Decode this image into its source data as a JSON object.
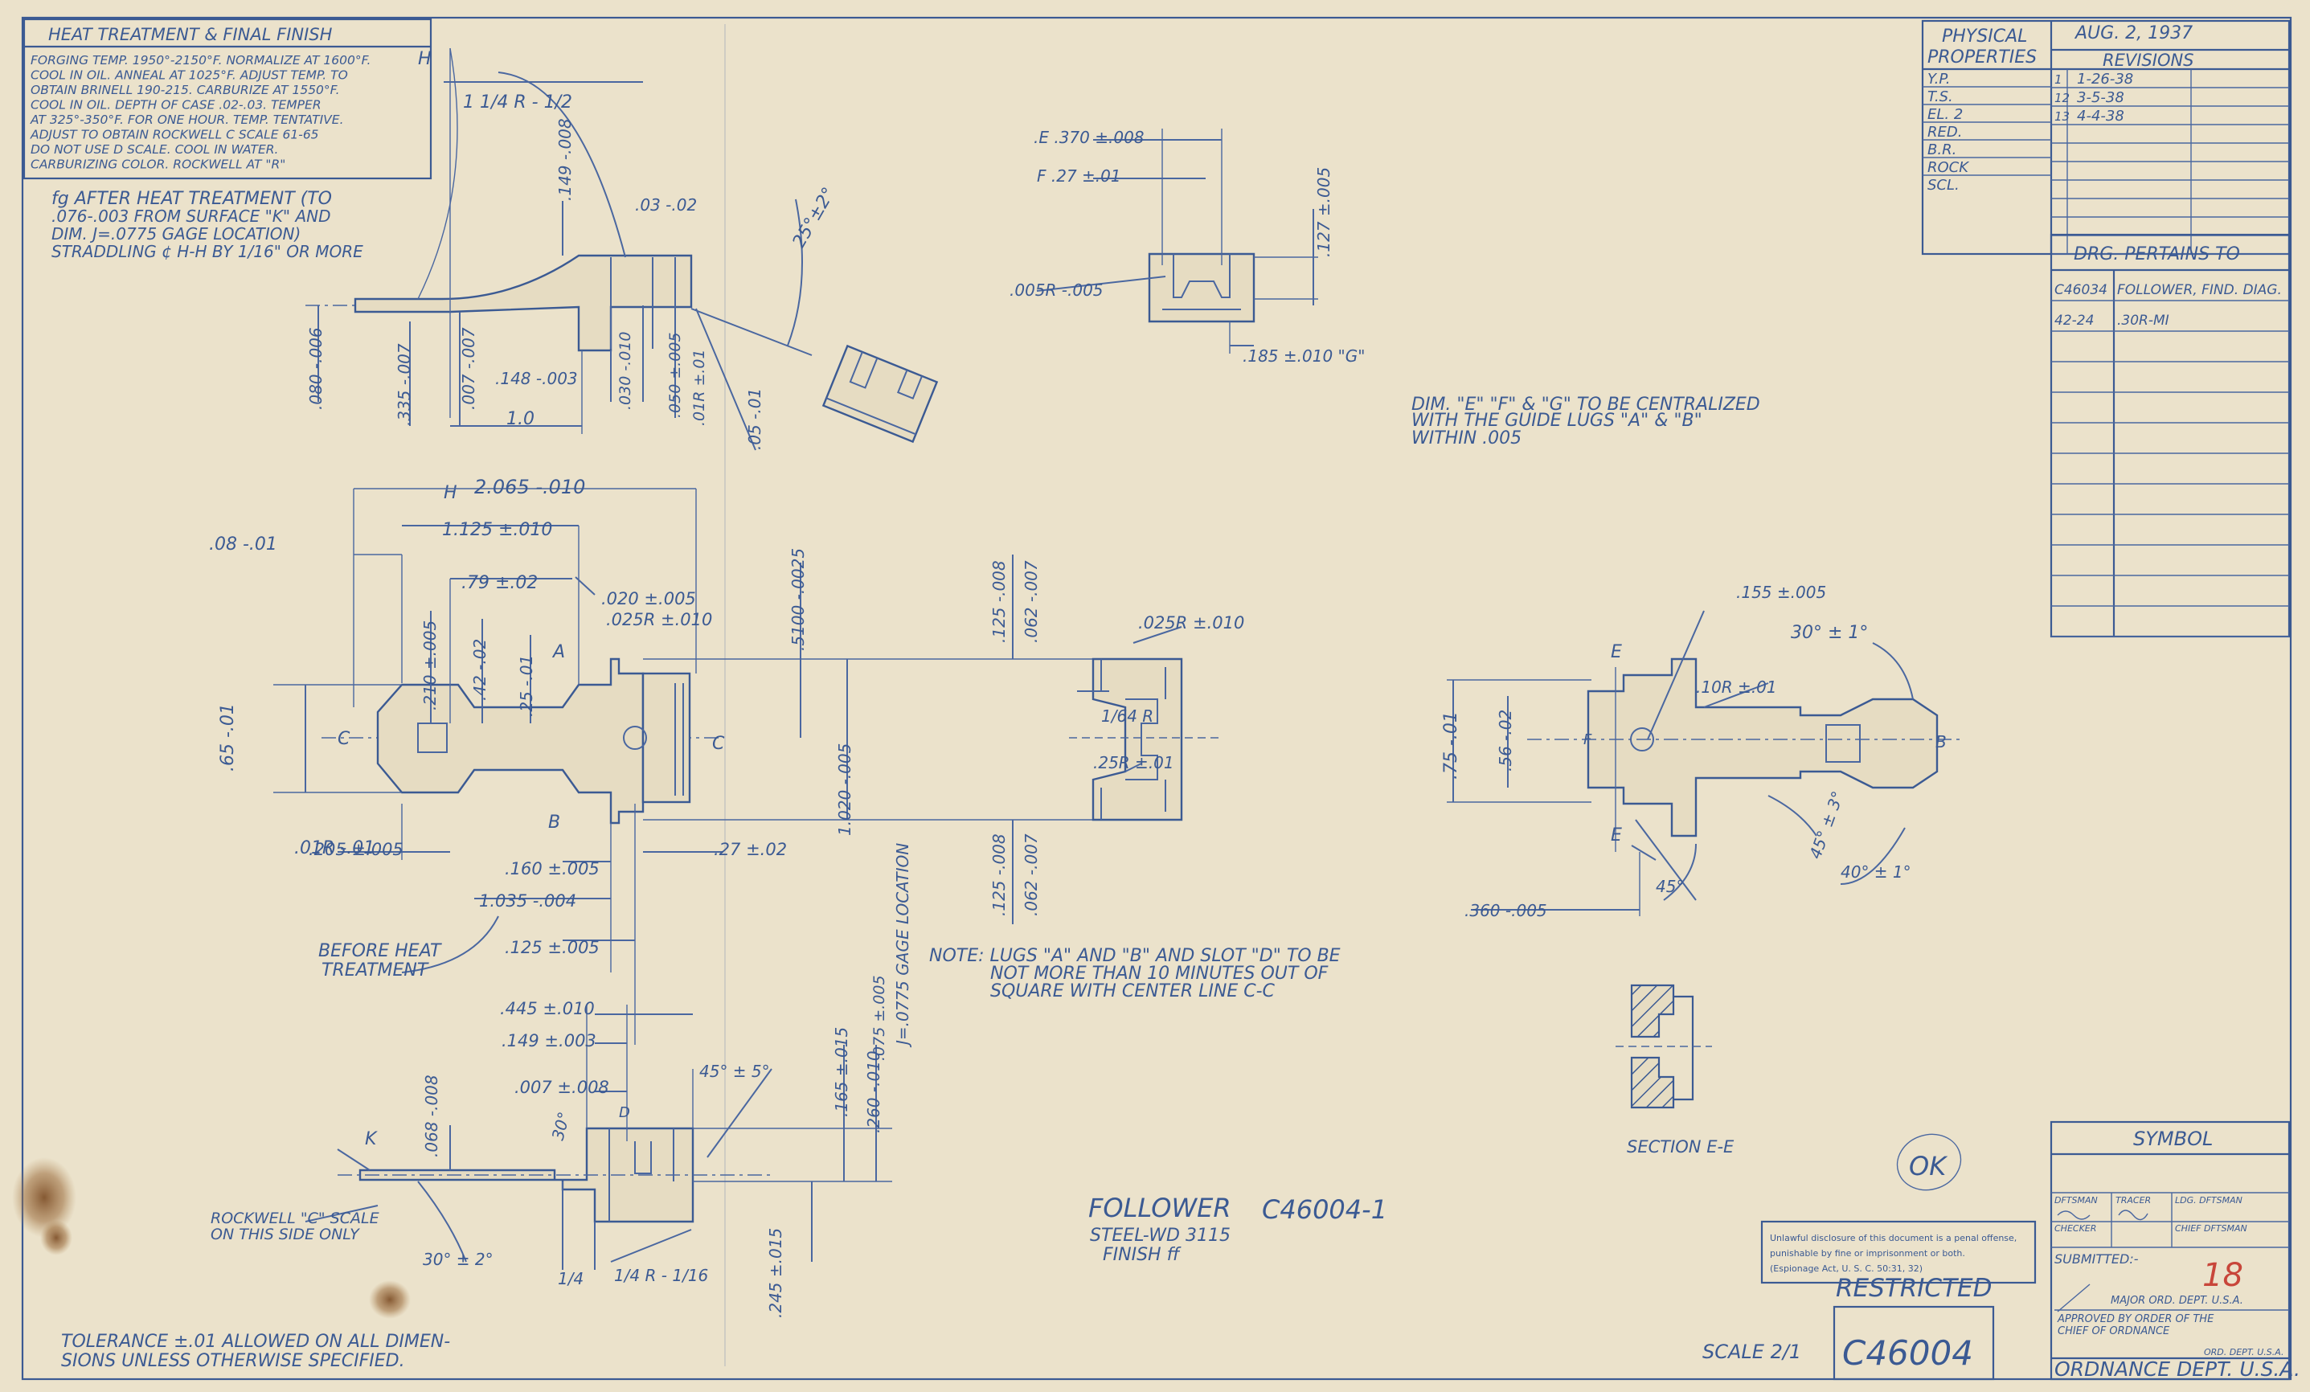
{
  "heat_treatment": {
    "title": "HEAT TREATMENT & FINAL FINISH",
    "lines": [
      "FORGING TEMP. 1950°-2150°F. NORMALIZE AT 1600°F.",
      "COOL IN OIL. ANNEAL AT 1025°F. ADJUST TEMP. TO",
      "OBTAIN BRINELL 190-215. CARBURIZE AT 1550°F.",
      "COOL IN OIL. DEPTH OF CASE .02-.03. TEMPER",
      "AT 325°-350°F. FOR ONE HOUR. TEMP. TENTATIVE.",
      "ADJUST TO OBTAIN ROCKWELL C SCALE 61-65",
      "DO NOT USE D SCALE. COOL IN WATER.",
      "CARBURIZING COLOR. ROCKWELL AT \"R\""
    ]
  },
  "physical_properties": {
    "title_line1": "PHYSICAL",
    "title_line2": "PROPERTIES",
    "rows": [
      "Y.P.",
      "T.S.",
      "EL. 2",
      "RED.",
      "B.R.",
      "ROCK",
      "SCL."
    ],
    "date": "AUG. 2, 1937",
    "revisions_title": "REVISIONS",
    "revisions": [
      {
        "num": "1",
        "date": "1-26-38"
      },
      {
        "num": "12",
        "date": "3-5-38"
      },
      {
        "num": "13",
        "date": "4-4-38"
      }
    ]
  },
  "pertains": {
    "title": "DRG. PERTAINS TO",
    "rows": [
      {
        "code": "C46034",
        "desc": "FOLLOWER, FIND. DIAG."
      },
      {
        "code": "42-24",
        "desc": ".30R-MI"
      }
    ]
  },
  "notes": {
    "heat_note_1": "fg AFTER HEAT TREATMENT (TO",
    "heat_note_2": ".076-.003 FROM SURFACE \"K\" AND",
    "heat_note_3": "DIM. J=.0775 GAGE LOCATION)",
    "heat_note_4": "STRADDLING ¢ H-H BY 1/16\" OR MORE",
    "centralize_1": "DIM. \"E\" \"F\" & \"G\" TO BE CENTRALIZED",
    "centralize_2": "WITH THE GUIDE LUGS \"A\" & \"B\"",
    "centralize_3": "WITHIN .005",
    "lugs_1": "NOTE: LUGS \"A\" AND \"B\" AND SLOT \"D\" TO BE",
    "lugs_2": "NOT MORE THAN 10 MINUTES OUT OF",
    "lugs_3": "SQUARE WITH CENTER LINE C-C",
    "before_heat_1": "BEFORE HEAT",
    "before_heat_2": "TREATMENT",
    "rockwell_1": "ROCKWELL \"C\" SCALE",
    "rockwell_2": "ON THIS SIDE ONLY",
    "tolerance_1": "TOLERANCE ±.01 ALLOWED ON ALL DIMEN-",
    "tolerance_2": "SIONS UNLESS OTHERWISE SPECIFIED.",
    "section": "SECTION E-E",
    "gage": "J=.0775 GAGE LOCATION"
  },
  "part": {
    "name": "FOLLOWER",
    "number": "C46004-1",
    "material": "STEEL-WD 3115",
    "finish": "FINISH ff"
  },
  "dims": {
    "d1": "1 1/4 R - 1/2",
    "d2": ".149 -.008",
    "d3": ".03 -.02",
    "d4": "25°±2°",
    "d5": ".080 -.006",
    "d6": ".335 -.007",
    "d7": ".007 -.007",
    "d8": ".148 -.003",
    "d9": ".030 -.010",
    "d10": ".050 ±.005",
    "d11": ".01R ±.01",
    "d12": ".05 -.01",
    "d13": "1.0",
    "d14": "2.065 -.010",
    "d15": "1.125 ±.010",
    "d16": ".08 -.01",
    "d17": ".79 ±.02",
    "d18": ".020 ±.005",
    "d19": ".025R ±.010",
    "d20": ".210 ±.005",
    "d21": ".42 -.02",
    "d22": ".25 -.01",
    "d23": ".65 -.01",
    "d24": ".01R -.01",
    "d25": ".205 ±.005",
    "d26": ".160 ±.005",
    "d27": "1.035 -.004",
    "d28": ".125 ±.005",
    "d29": ".27 ±.02",
    "d30": ".5100 -.0025",
    "d31": "1.020 -.005",
    "d32": ".125 -.008",
    "d33": ".062 -.007",
    "d34": ".025R ±.010",
    "d35": "1/64 R",
    "d36": ".25R ±.01",
    "d37": ".125 -.008",
    "d38": ".062 -.007",
    "d39": ".E .370 ±.008",
    "d40": "F .27 ±.01",
    "d41": ".127 ±.005",
    "d42": ".005R -.005",
    "d43": ".185 ±.010 \"G\"",
    "d44": ".155 ±.005",
    "d45": "30° ± 1°",
    "d46": ".10R ±.01",
    "d47": ".75 -.01",
    "d48": ".56 -.02",
    "d49": "45° ± 3°",
    "d50": "45°",
    "d51": "40° ± 1°",
    "d52": ".360 -.005",
    "d53": ".445 ±.010",
    "d54": ".149 ±.003",
    "d55": ".007 ±.008",
    "d56": "45° ± 5°",
    "d57": ".165 ±.015",
    "d58": ".260 -.010",
    "d59": ".075 ±.005",
    "d60": ".068 -.008",
    "d61": "30°",
    "d62": "30° ± 2°",
    "d63": "1/4",
    "d64": "1/4 R - 1/16",
    "d65": ".245 ±.015"
  },
  "labels": {
    "C": "C",
    "H": "H",
    "A": "A",
    "B": "B",
    "D": "D",
    "E": "E",
    "F": "F",
    "K": "K"
  },
  "symbol_block": {
    "title": "SYMBOL",
    "dftsman": "DFTSMAN",
    "tracer": "TRACER",
    "ldg": "LDG. DFTSMAN",
    "checker": "CHECKER",
    "chief": "CHIEF DFTSMAN",
    "submitted": "SUBMITTED:-",
    "major": "MAJOR ORD. DEPT. U.S.A.",
    "approved_1": "APPROVED BY ORDER OF THE",
    "approved_2": "CHIEF OF ORDNANCE",
    "dept_small": "ORD. DEPT. U.S.A.",
    "dept": "ORDNANCE DEPT. U.S.A.",
    "red_mark": "18"
  },
  "espionage": {
    "line1": "Unlawful disclosure of this document is a penal offense,",
    "line2": "punishable by fine or imprisonment or both.",
    "line3": "(Espionage Act, U. S. C. 50:31, 32)"
  },
  "restricted": "RESTRICTED",
  "scale": "SCALE 2/1",
  "drawing_number": "C46004",
  "stamp": "OK",
  "colors": {
    "ink": "#3b5a93",
    "paper": "#ebe2cb",
    "red": "#c8463a",
    "stain": "#8a5a2e"
  }
}
